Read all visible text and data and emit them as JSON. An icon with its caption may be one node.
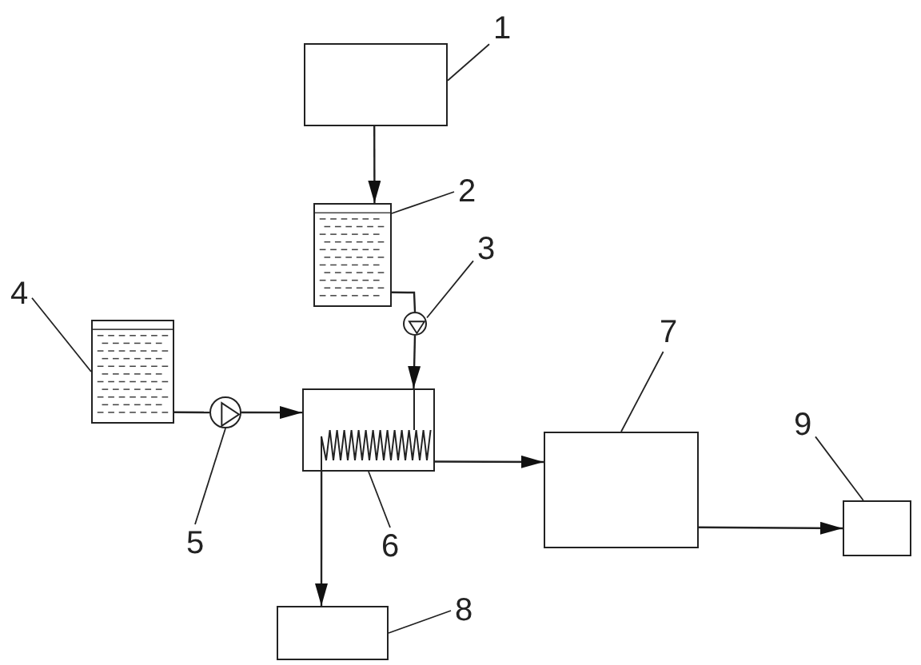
{
  "diagram": {
    "nodes": [
      {
        "text": [],
        "shape": "box"
      },
      {
        "text": [],
        "shape": "tank"
      },
      {
        "text": [],
        "shape": "circle"
      },
      {
        "text": [],
        "shape": "tank"
      },
      {
        "text": [],
        "shape": "circle"
      },
      {
        "text": [],
        "shape": "box"
      },
      {
        "text": [],
        "shape": "box"
      },
      {
        "text": [],
        "shape": "box"
      },
      {
        "text": [],
        "shape": "box"
      },
      {
        "text": [
          "1"
        ]
      },
      {
        "text": [
          "2"
        ]
      },
      {
        "text": [
          "3"
        ]
      },
      {
        "text": [
          "4"
        ]
      },
      {
        "text": [
          "5"
        ]
      },
      {
        "text": [
          "6"
        ]
      },
      {
        "text": [
          "7"
        ]
      },
      {
        "text": [
          "8"
        ]
      },
      {
        "text": [
          "9"
        ]
      }
    ],
    "edges": [
      {
        "from": 0,
        "to": 1,
        "arrow": "to"
      },
      {
        "from": 1,
        "to": 2,
        "arrow": "none"
      },
      {
        "from": 2,
        "to": 5,
        "arrow": "to"
      },
      {
        "from": 3,
        "to": 4,
        "arrow": "none"
      },
      {
        "from": 4,
        "to": 5,
        "arrow": "to"
      },
      {
        "from": 5,
        "to": 7,
        "arrow": "to"
      },
      {
        "from": 5,
        "to": 6,
        "arrow": "to"
      },
      {
        "from": 6,
        "to": 8,
        "arrow": "to"
      },
      {
        "from": 9,
        "to": 0,
        "arrow": "none"
      },
      {
        "from": 10,
        "to": 1,
        "arrow": "none"
      },
      {
        "from": 11,
        "to": 2,
        "arrow": "none"
      },
      {
        "from": 12,
        "to": 3,
        "arrow": "none"
      },
      {
        "from": 13,
        "to": 4,
        "arrow": "none"
      },
      {
        "from": 14,
        "to": 5,
        "arrow": "none"
      },
      {
        "from": 15,
        "to": 6,
        "arrow": "none"
      },
      {
        "from": 16,
        "to": 7,
        "arrow": "none"
      },
      {
        "from": 17,
        "to": 8,
        "arrow": "none"
      }
    ]
  }
}
